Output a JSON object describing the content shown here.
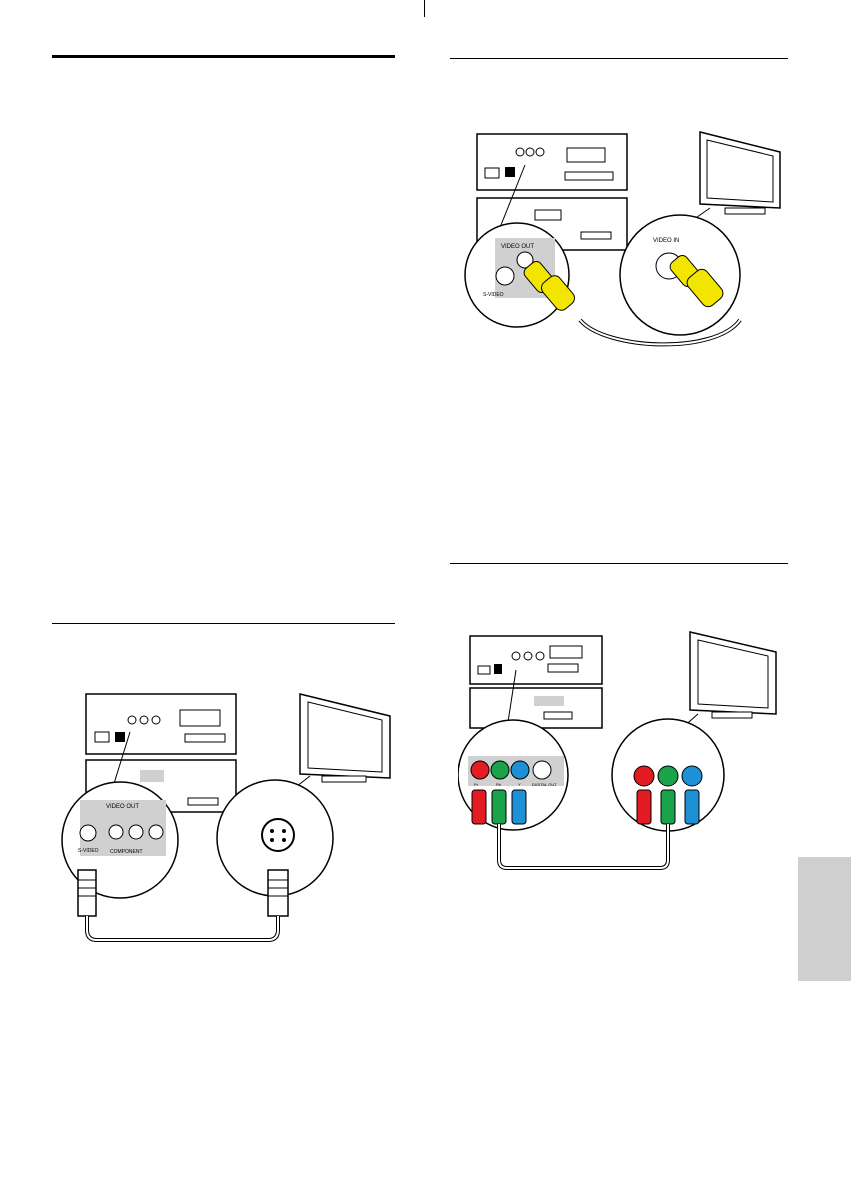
{
  "page": {
    "side_tab_color": "#cfcfcf"
  },
  "diagrams": {
    "composite": {
      "callout_label": "VIDEO IN",
      "jack_panel_label": "VIDEO OUT",
      "svideo_label": "S-VIDEO",
      "cable_color": "#f2e600"
    },
    "svideo": {
      "jack_panel_label": "VIDEO OUT",
      "svideo_label": "S-VIDEO",
      "component_label": "COMPONENT"
    },
    "component": {
      "jack_labels": [
        "Pr",
        "Pb",
        "Y",
        "DIGITAL OUT"
      ],
      "plug_colors": [
        "#e31b23",
        "#1aa34a",
        "#1e90d6"
      ]
    }
  }
}
